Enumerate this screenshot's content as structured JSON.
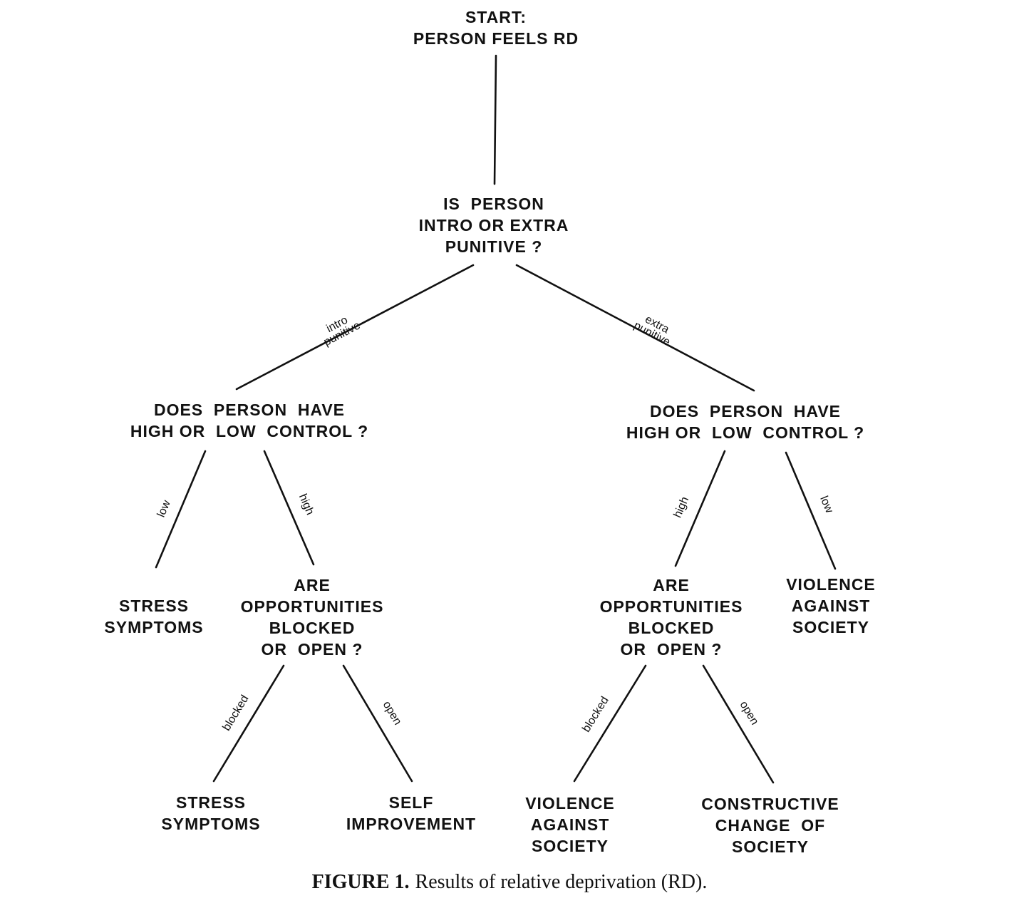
{
  "nodes": {
    "start": [
      "START:",
      "PERSON FEELS RD"
    ],
    "punitive_q": [
      "IS  PERSON",
      "INTRO OR EXTRA",
      "PUNITIVE ?"
    ],
    "control_q_left": [
      "DOES  PERSON  HAVE",
      "HIGH OR  LOW  CONTROL ?"
    ],
    "control_q_right": [
      "DOES  PERSON  HAVE",
      "HIGH OR  LOW  CONTROL ?"
    ],
    "stress_1": [
      "STRESS",
      "SYMPTOMS"
    ],
    "opportunities_left": [
      "ARE",
      "OPPORTUNITIES",
      "BLOCKED",
      "OR  OPEN ?"
    ],
    "opportunities_right": [
      "ARE",
      "OPPORTUNITIES",
      "BLOCKED",
      "OR  OPEN ?"
    ],
    "violence_1": [
      "VIOLENCE",
      "AGAINST",
      "SOCIETY"
    ],
    "stress_2": [
      "STRESS",
      "SYMPTOMS"
    ],
    "self_improvement": [
      "SELF",
      "IMPROVEMENT"
    ],
    "violence_2": [
      "VIOLENCE",
      "AGAINST",
      "SOCIETY"
    ],
    "constructive_change": [
      "CONSTRUCTIVE",
      "CHANGE  OF",
      "SOCIETY"
    ]
  },
  "edges": [
    {
      "from": "start",
      "to": "punitive_q",
      "label": []
    },
    {
      "from": "punitive_q",
      "to": "control_q_left",
      "label": [
        "intro",
        "punitive"
      ]
    },
    {
      "from": "punitive_q",
      "to": "control_q_right",
      "label": [
        "extra",
        "punitive"
      ]
    },
    {
      "from": "control_q_left",
      "to": "stress_1",
      "label": [
        "low"
      ]
    },
    {
      "from": "control_q_left",
      "to": "opportunities_left",
      "label": [
        "high"
      ]
    },
    {
      "from": "control_q_right",
      "to": "opportunities_right",
      "label": [
        "high"
      ]
    },
    {
      "from": "control_q_right",
      "to": "violence_1",
      "label": [
        "low"
      ]
    },
    {
      "from": "opportunities_left",
      "to": "stress_2",
      "label": [
        "blocked"
      ]
    },
    {
      "from": "opportunities_left",
      "to": "self_improvement",
      "label": [
        "open"
      ]
    },
    {
      "from": "opportunities_right",
      "to": "violence_2",
      "label": [
        "blocked"
      ]
    },
    {
      "from": "opportunities_right",
      "to": "constructive_change",
      "label": [
        "open"
      ]
    }
  ],
  "caption": {
    "figure_label": "FIGURE 1.",
    "text": "Results of relative deprivation (RD)."
  }
}
